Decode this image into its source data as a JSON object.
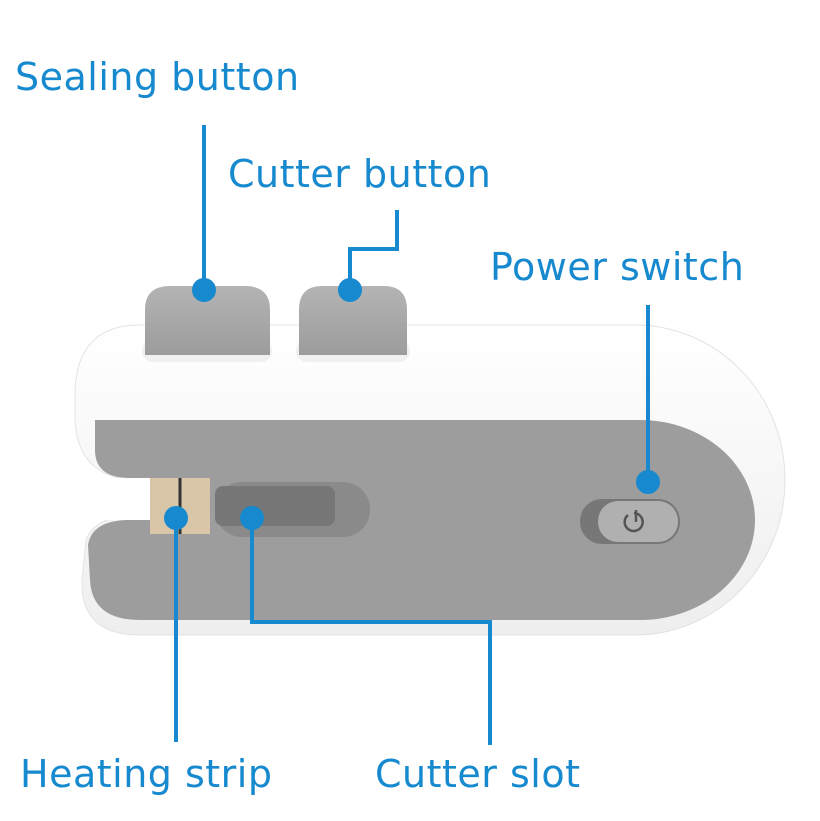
{
  "labels": {
    "sealing_button": "Sealing button",
    "cutter_button": "Cutter button",
    "power_switch": "Power switch",
    "heating_strip": "Heating strip",
    "cutter_slot": "Cutter slot"
  },
  "colors": {
    "accent": "#1689cf",
    "body": "#ffffff",
    "panel": "#9a9a9a",
    "button": "#a9a9a9"
  }
}
